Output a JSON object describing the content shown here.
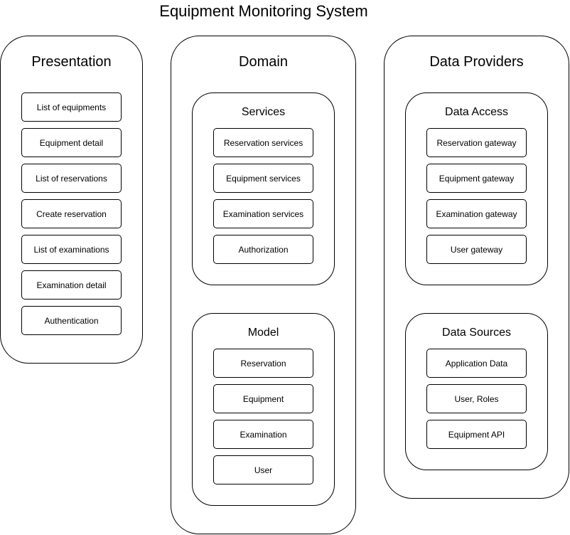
{
  "title": "Equipment Monitoring System",
  "presentation": {
    "title": "Presentation",
    "items": [
      "List of equipments",
      "Equipment detail",
      "List of reservations",
      "Create reservation",
      "List of examinations",
      "Examination detail",
      "Authentication"
    ]
  },
  "domain": {
    "title": "Domain",
    "services": {
      "title": "Services",
      "items": [
        "Reservation services",
        "Equipment services",
        "Examination services",
        "Authorization"
      ]
    },
    "model": {
      "title": "Model",
      "items": [
        "Reservation",
        "Equipment",
        "Examination",
        "User"
      ]
    }
  },
  "data_providers": {
    "title": "Data Providers",
    "data_access": {
      "title": "Data Access",
      "items": [
        "Reservation gateway",
        "Equipment gateway",
        "Examination gateway",
        "User gateway"
      ]
    },
    "data_sources": {
      "title": "Data Sources",
      "items": [
        "Application Data",
        "User, Roles",
        "Equipment API"
      ]
    }
  }
}
